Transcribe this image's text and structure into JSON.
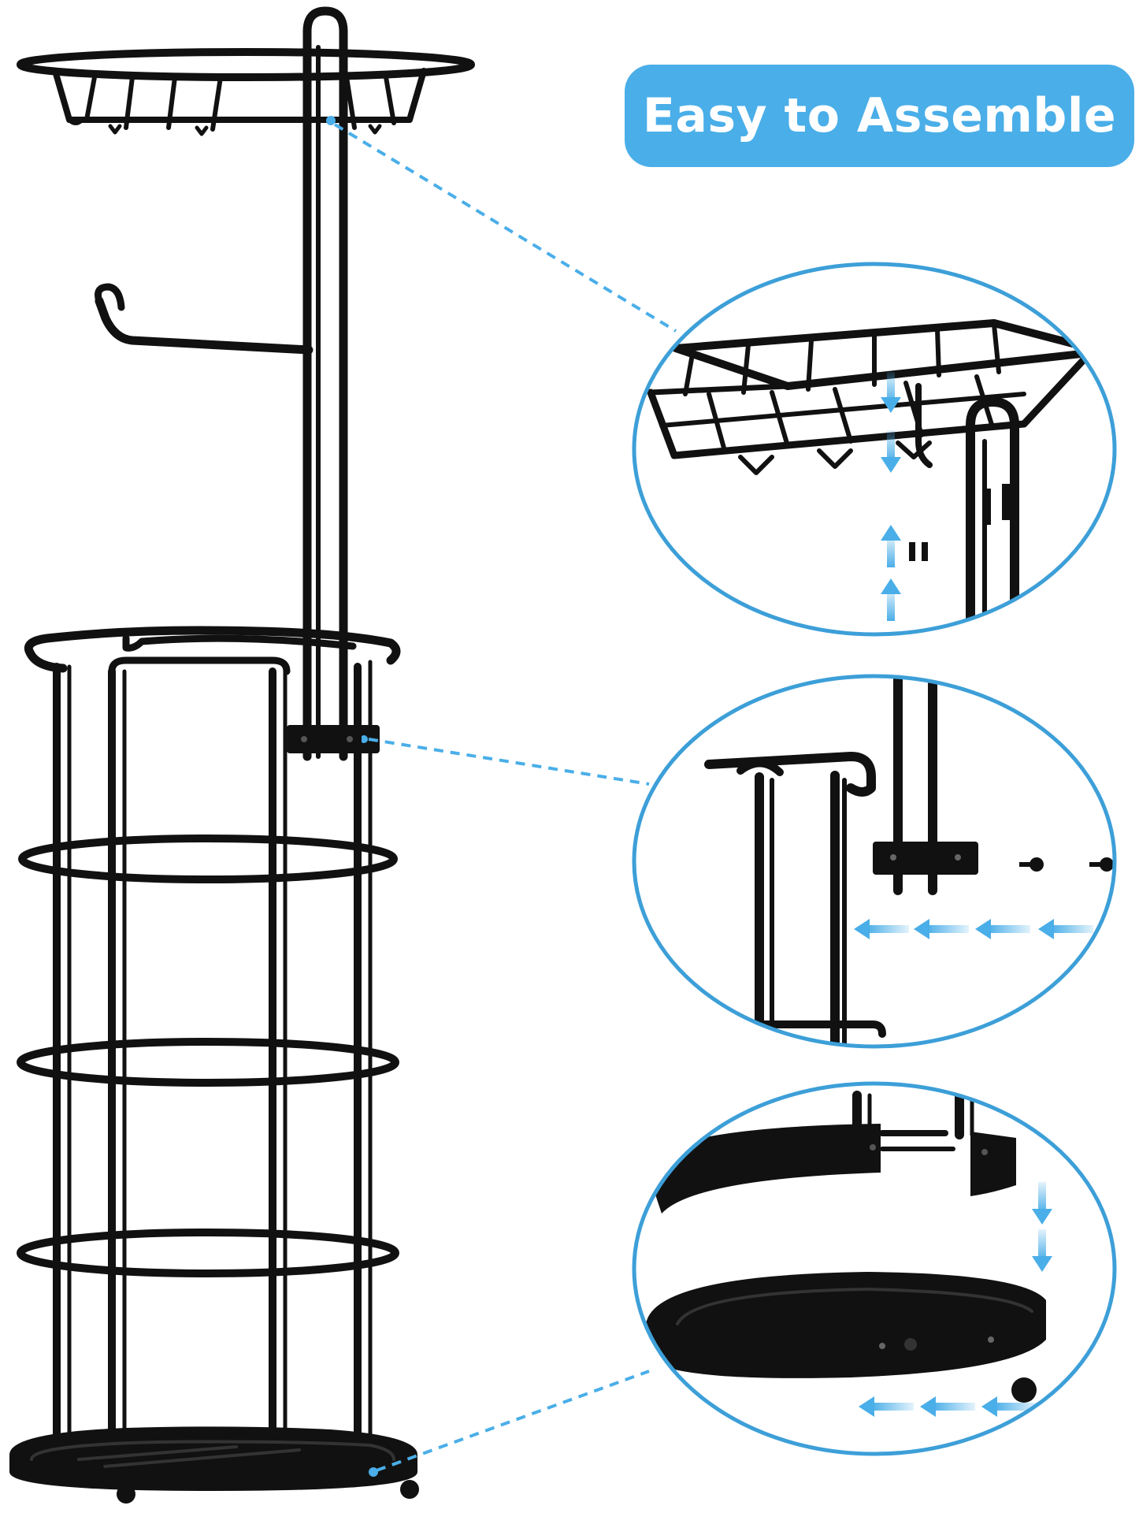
{
  "headline": {
    "text": "Easy to Assemble"
  },
  "colors": {
    "accent": "#4aaee8",
    "callout_border": "#3d9fd8",
    "product": "#111111",
    "arrow": "#4aaee8"
  },
  "icons": {
    "guide": "dashed-line",
    "direction": "arrow"
  }
}
